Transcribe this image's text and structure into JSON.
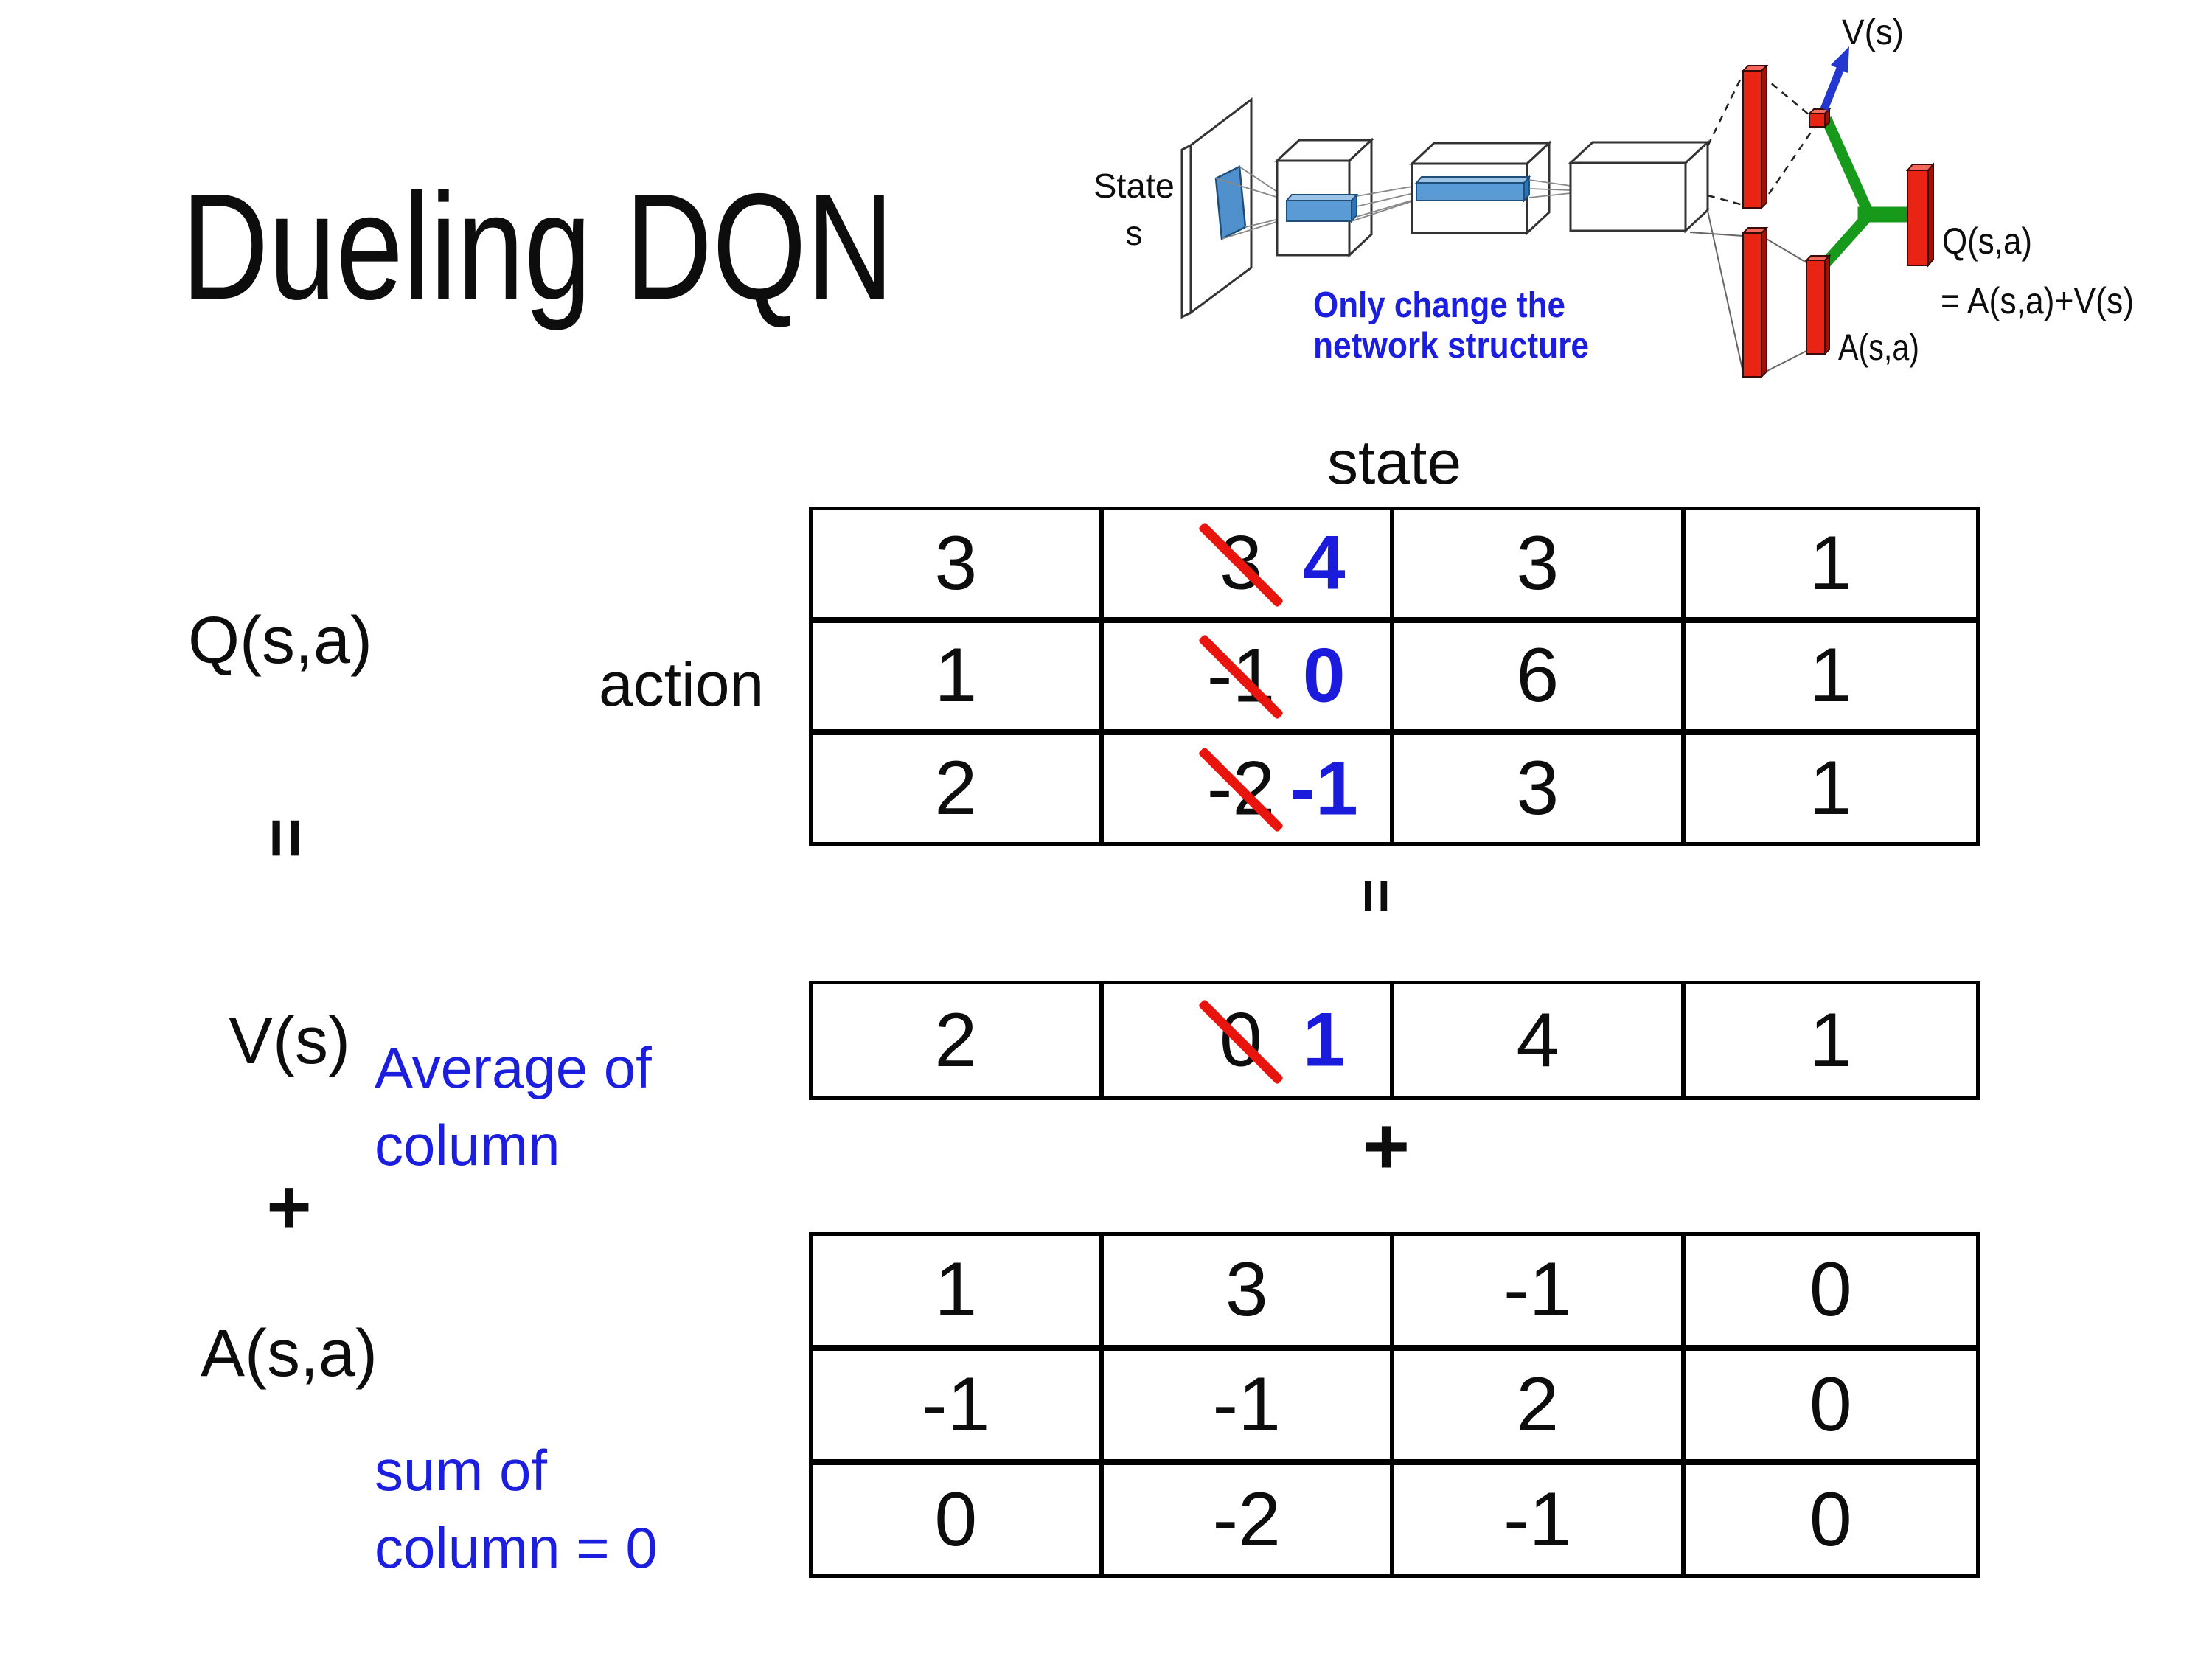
{
  "title": "Dueling DQN",
  "colors": {
    "accent_blue": "#1b1fdd",
    "replacement_blue": "#1b1bdb",
    "arrow_blue": "#2438cf",
    "slash_red": "#e8140e",
    "bar_red": "#ea2414",
    "green": "#17991c",
    "text_black": "#0d0d0d"
  },
  "diagram": {
    "state_line1": "State",
    "state_line2": "s",
    "note_line1": "Only change the",
    "note_line2": "network structure",
    "v_out_label": "V(s)",
    "q_out_label": "Q(s,a)",
    "q_out_formula": "= A(s,a)+V(s)",
    "a_out_label": "A(s,a)"
  },
  "equation": {
    "q_label": "Q(s,a)",
    "equals_left": "=",
    "v_label": "V(s)",
    "plus_left": "+",
    "a_label": "A(s,a)",
    "equals_mid": "=",
    "plus_mid": "+",
    "state_header": "state",
    "action_header": "action",
    "average_note_line1": "Average of",
    "average_note_line2": "column",
    "sum_note_line1": "sum of",
    "sum_note_line2": "column = 0"
  },
  "tables": {
    "q": {
      "rows": [
        {
          "cells": [
            {
              "value": "3"
            },
            {
              "value": "3",
              "replacement": "4"
            },
            {
              "value": "3"
            },
            {
              "value": "1"
            }
          ]
        },
        {
          "cells": [
            {
              "value": "1"
            },
            {
              "value": "-1",
              "replacement": "0"
            },
            {
              "value": "6"
            },
            {
              "value": "1"
            }
          ]
        },
        {
          "cells": [
            {
              "value": "2"
            },
            {
              "value": "-2",
              "replacement": "-1"
            },
            {
              "value": "3"
            },
            {
              "value": "1"
            }
          ]
        }
      ]
    },
    "v": {
      "rows": [
        {
          "cells": [
            {
              "value": "2"
            },
            {
              "value": "0",
              "replacement": "1"
            },
            {
              "value": "4"
            },
            {
              "value": "1"
            }
          ]
        }
      ]
    },
    "a": {
      "rows": [
        {
          "cells": [
            {
              "value": "1"
            },
            {
              "value": "3"
            },
            {
              "value": "-1"
            },
            {
              "value": "0"
            }
          ]
        },
        {
          "cells": [
            {
              "value": "-1"
            },
            {
              "value": "-1"
            },
            {
              "value": "2"
            },
            {
              "value": "0"
            }
          ]
        },
        {
          "cells": [
            {
              "value": "0"
            },
            {
              "value": "-2"
            },
            {
              "value": "-1"
            },
            {
              "value": "0"
            }
          ]
        }
      ]
    }
  }
}
